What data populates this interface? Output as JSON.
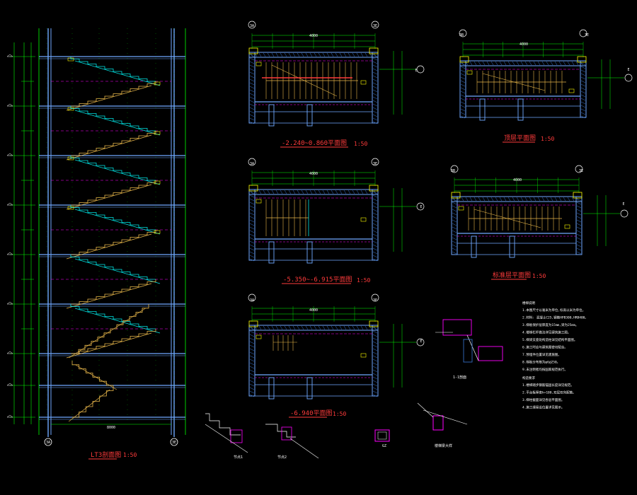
{
  "colors": {
    "background": "#000000",
    "grid": "#00ff00",
    "wall_outline": "#6fa8ff",
    "stair": "#00e5e5",
    "stair_warm": "#e8b74a",
    "dim": "#00ff00",
    "title": "#ff3b3b",
    "level": "#ff00ff",
    "hatch": "#3a78d8",
    "marker": "#ffff00",
    "text": "#ffffff"
  },
  "sheet": {
    "section_title": "LT3剖面图",
    "section_scale": "1:50",
    "section_grid_left": "3A",
    "section_grid_right": "3E",
    "section_width_dim": "8000"
  },
  "plans": [
    {
      "id": "plan1",
      "title": "-2.240~0.860平面图",
      "scale": "1:50",
      "axis_left": "3A",
      "axis_right": "3E",
      "axis_side": "E",
      "width_dim": "4000"
    },
    {
      "id": "plan2",
      "title": "顶层平面图",
      "scale": "1:50",
      "axis_left": "3B",
      "axis_right": "3E",
      "axis_side": "E",
      "width_dim": "4000"
    },
    {
      "id": "plan3",
      "title": "-5.350~-6.915平面图",
      "scale": "1:50",
      "axis_left": "3A",
      "axis_right": "3E",
      "axis_side": "E",
      "width_dim": "4000"
    },
    {
      "id": "plan4",
      "title": "标准层平面图",
      "scale": "1:50",
      "axis_left": "3B",
      "axis_right": "3E",
      "axis_side": "E",
      "width_dim": "4000"
    },
    {
      "id": "plan5",
      "title": "-6.940平面图",
      "scale": "1:50",
      "axis_left": "3A",
      "axis_right": "3E",
      "axis_side": "E",
      "width_dim": "4000"
    }
  ],
  "details": [
    {
      "id": "d1",
      "label": "节点1"
    },
    {
      "id": "d2",
      "label": "节点2"
    },
    {
      "id": "d3",
      "label": "GZ"
    },
    {
      "id": "d4",
      "label": "楼梯梁大样"
    },
    {
      "id": "d5",
      "label": "1-1剖面"
    }
  ],
  "notes": {
    "heading": "楼梯说明",
    "lines": [
      "1.本图尺寸以毫米为单位,标高以米为单位。",
      "2.材料: 混凝土C25,钢筋HPB300,HRB400。",
      "3.梯板保护层厚度为15mm,梁为25mm。",
      "4.楼梯栏杆做法详见建筑施工图。",
      "5.梯梁支座处构造柱详见结构平面图。",
      "6.施工时应与建筑图密切配合。",
      "7.预埋件位置详见建施图。",
      "8.梯板分布筋为φ6@250。",
      "9.未注明者均按国家规范执行。"
    ],
    "heading2": "构造要求",
    "lines2": [
      "1.楼梯踏步钢筋锚固长度详见规范。",
      "2.平台板厚度h=100,双层双向配筋。",
      "3.梯柱截面详见各层平面图。",
      "4.施工缝留设位置详见图示。"
    ]
  }
}
